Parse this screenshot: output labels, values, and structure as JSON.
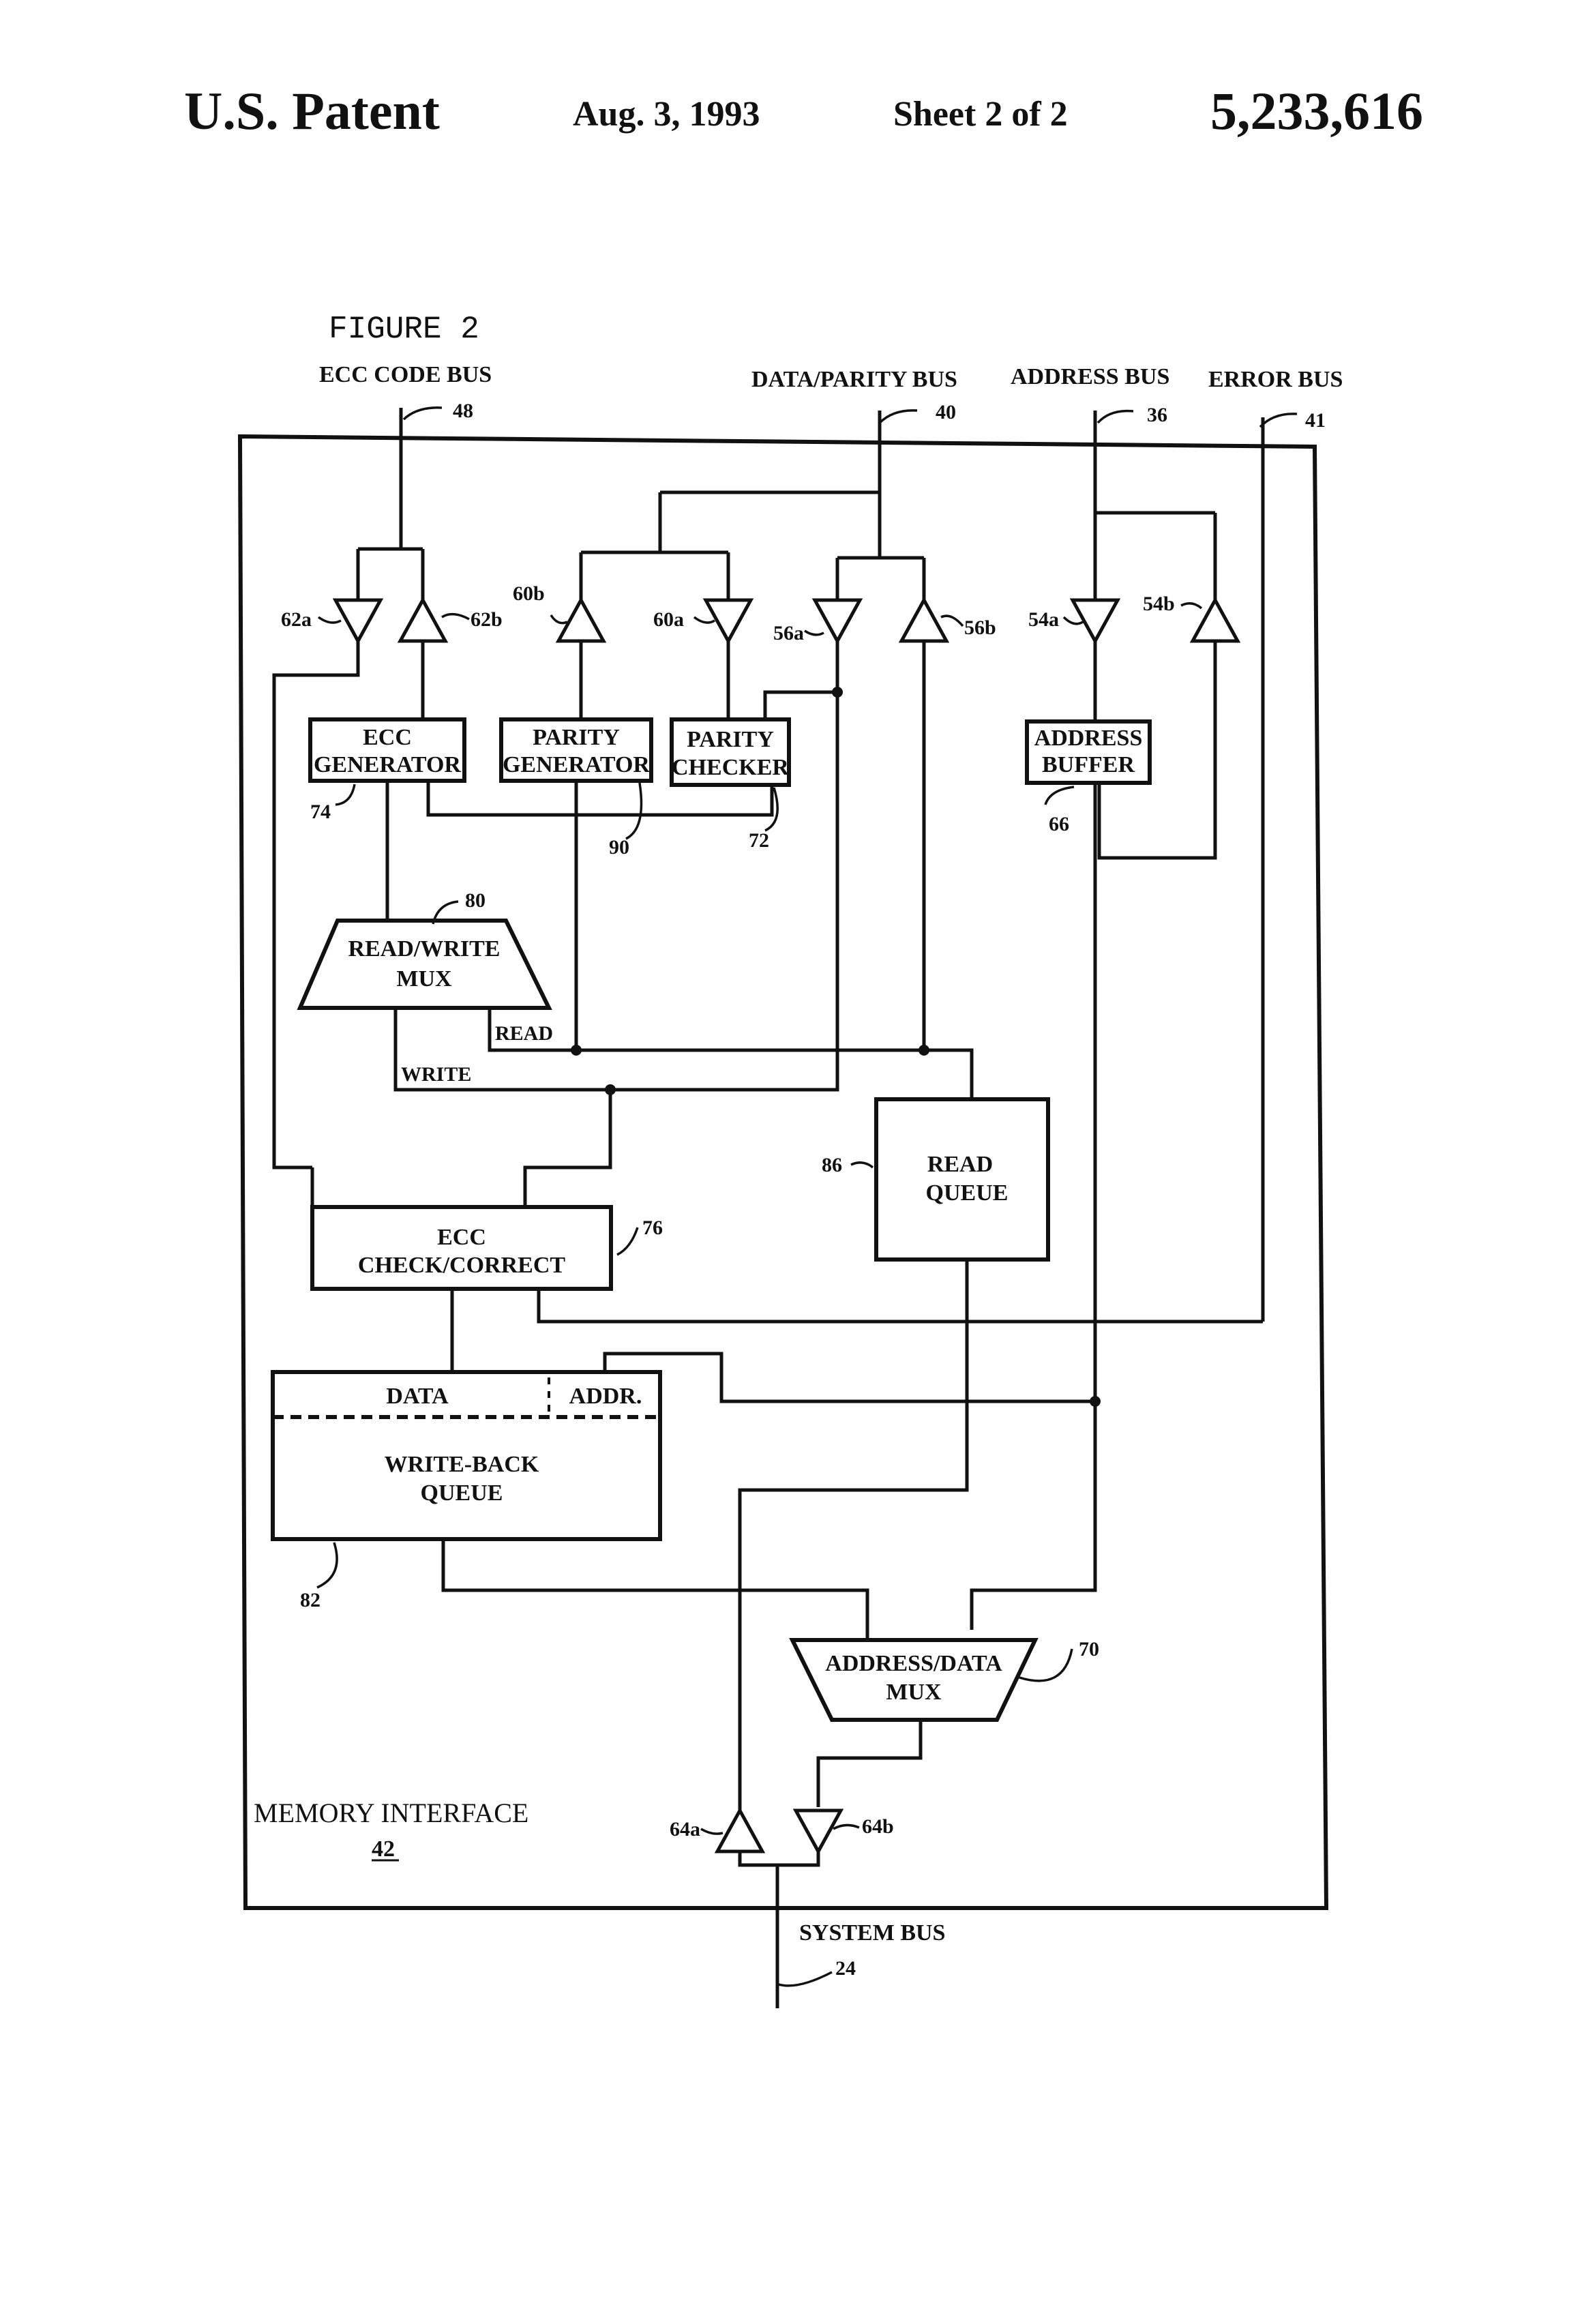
{
  "header": {
    "title": "U.S. Patent",
    "date": "Aug. 3, 1993",
    "sheet": "Sheet 2 of 2",
    "patent_number": "5,233,616"
  },
  "figure": {
    "title": "FIGURE 2",
    "buses": {
      "ecc_code_bus": "ECC CODE BUS",
      "ecc_code_bus_ref": "48",
      "data_parity_bus": "DATA/PARITY BUS",
      "data_parity_bus_ref": "40",
      "address_bus": "ADDRESS BUS",
      "address_bus_ref": "36",
      "error_bus": "ERROR BUS",
      "error_bus_ref": "41",
      "system_bus": "SYSTEM BUS",
      "system_bus_ref": "24"
    },
    "drivers": {
      "d62a": "62a",
      "d62b": "62b",
      "d60b": "60b",
      "d60a": "60a",
      "d56a": "56a",
      "d56b": "56b",
      "d54a": "54a",
      "d54b": "54b",
      "d64a": "64a",
      "d64b": "64b"
    },
    "blocks": {
      "ecc_generator_l1": "ECC",
      "ecc_generator_l2": "GENERATOR",
      "ecc_generator_ref": "74",
      "parity_generator_l1": "PARITY",
      "parity_generator_l2": "GENERATOR",
      "parity_generator_ref": "90",
      "parity_checker_l1": "PARITY",
      "parity_checker_l2": "CHECKER",
      "parity_checker_ref": "72",
      "address_buffer_l1": "ADDRESS",
      "address_buffer_l2": "BUFFER",
      "address_buffer_ref": "66",
      "rw_mux_l1": "READ/WRITE",
      "rw_mux_l2": "MUX",
      "rw_mux_ref": "80",
      "read_label": "READ",
      "write_label": "WRITE",
      "read_queue_l1": "READ",
      "read_queue_l2": "QUEUE",
      "read_queue_ref": "86",
      "ecc_check_l1": "ECC",
      "ecc_check_l2": "CHECK/CORRECT",
      "ecc_check_ref": "76",
      "wbq_data": "DATA",
      "wbq_addr": "ADDR.",
      "wbq_l1": "WRITE-BACK",
      "wbq_l2": "QUEUE",
      "wbq_ref": "82",
      "addr_data_mux_l1": "ADDRESS/DATA",
      "addr_data_mux_l2": "MUX",
      "addr_data_mux_ref": "70"
    },
    "memory_interface": "MEMORY INTERFACE",
    "memory_interface_ref": "42"
  }
}
